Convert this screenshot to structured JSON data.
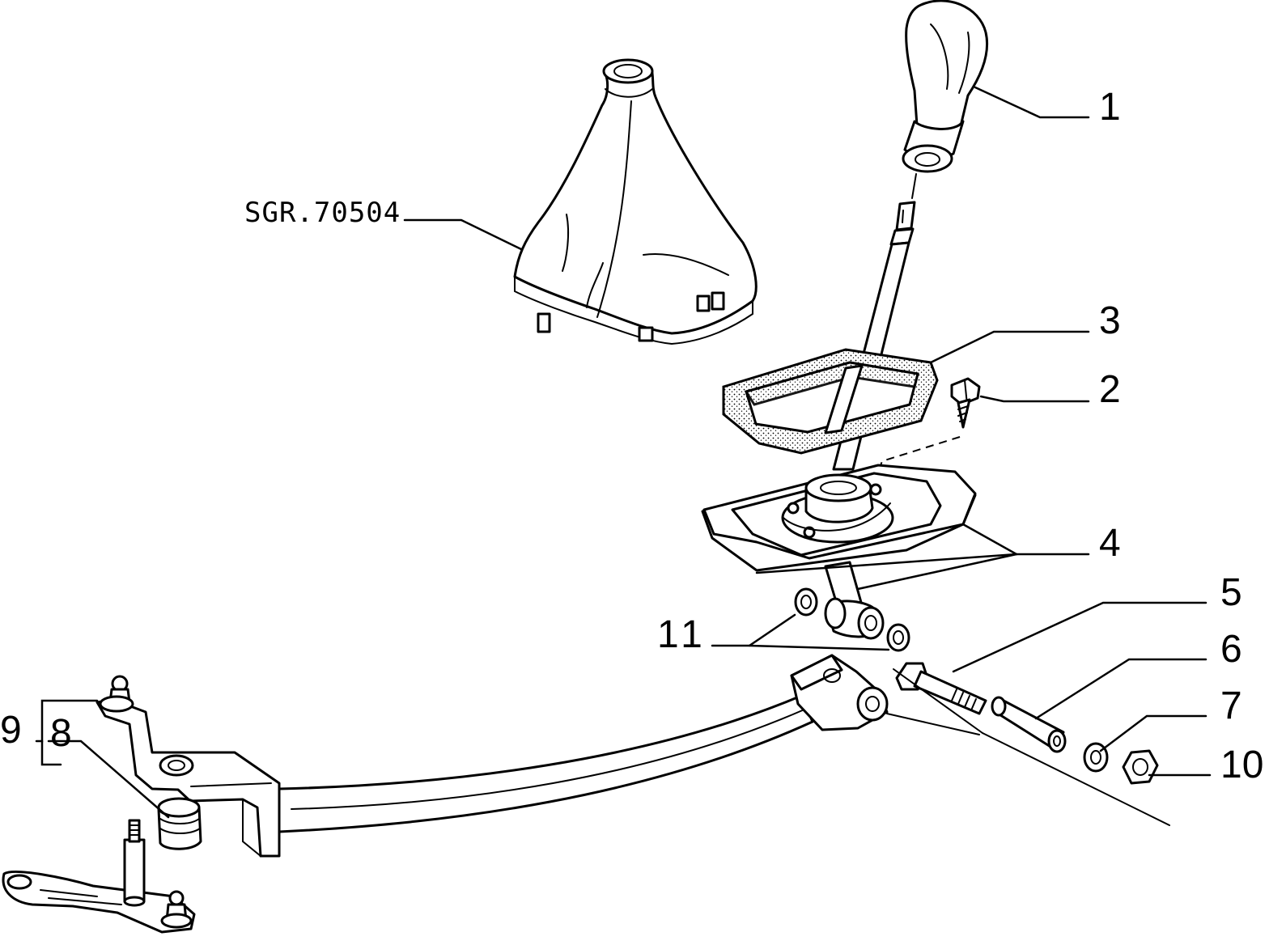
{
  "reference_code": "SGR.70504",
  "callouts": {
    "c1": "1",
    "c2": "2",
    "c3": "3",
    "c4": "4",
    "c5": "5",
    "c6": "6",
    "c7": "7",
    "c8": "8",
    "c9": "9",
    "c10": "10",
    "c11": "11"
  }
}
